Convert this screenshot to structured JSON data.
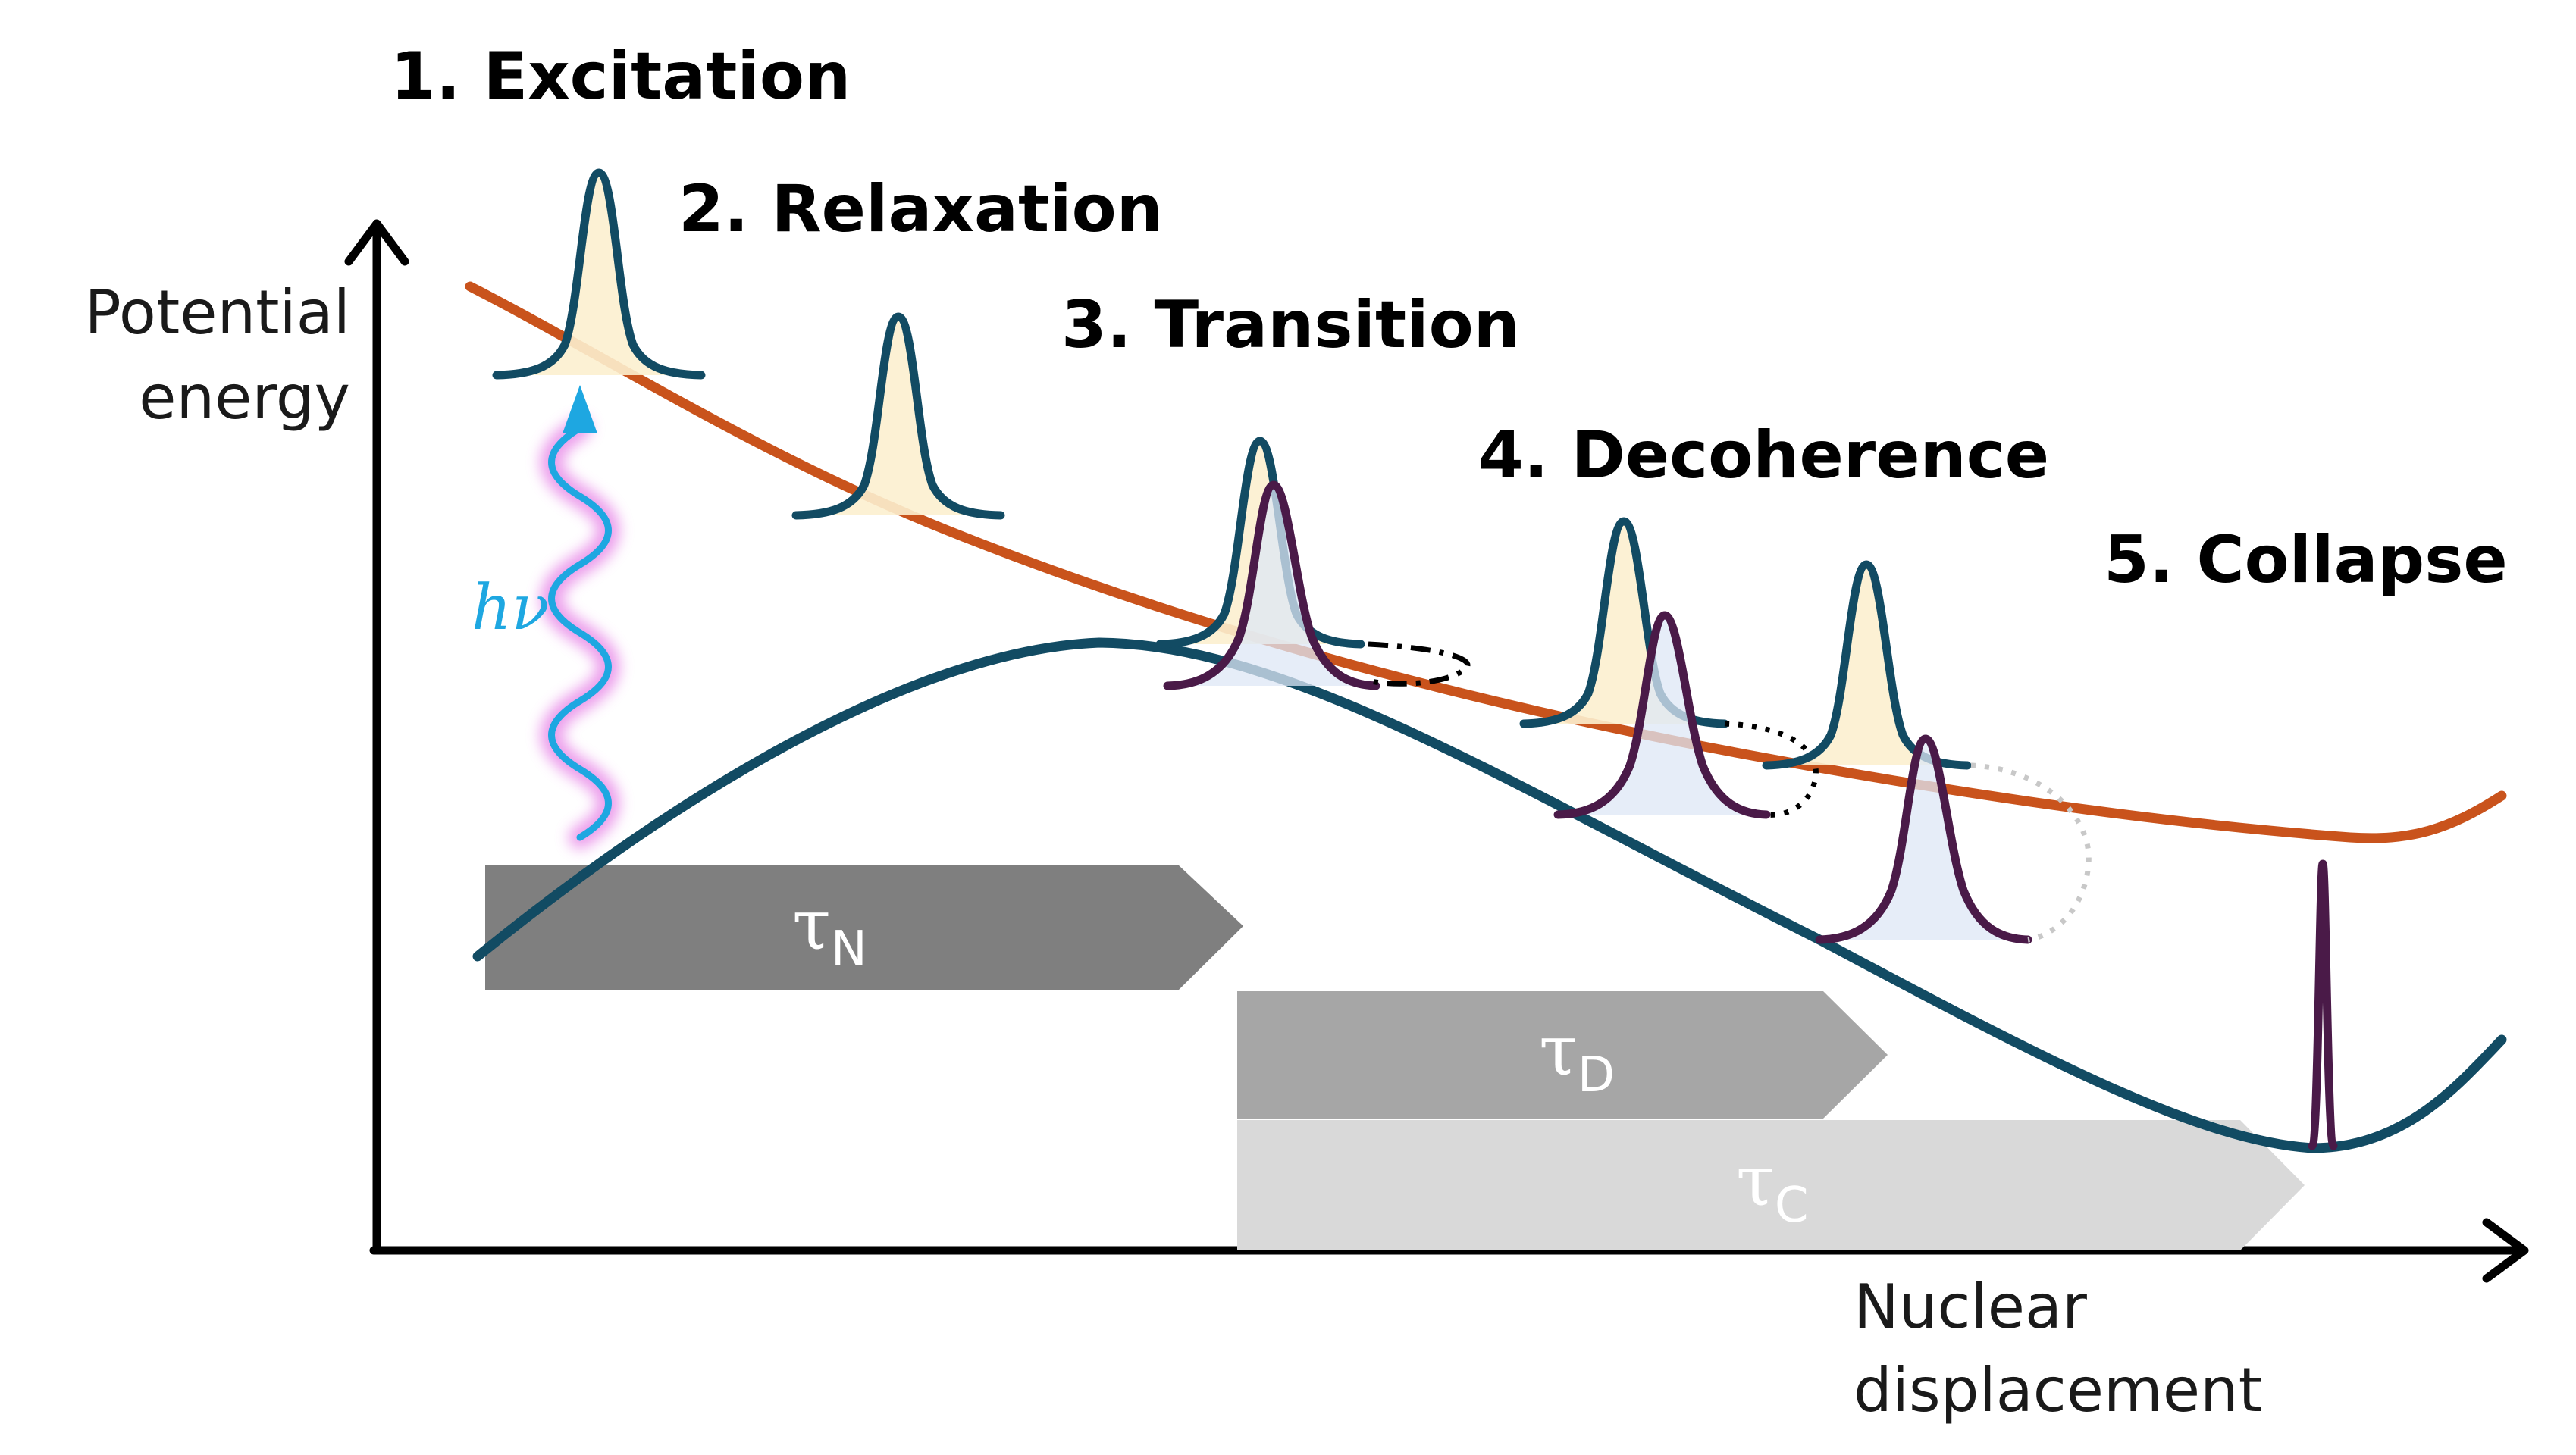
{
  "colors": {
    "upper_surface": "#C9531C",
    "lower_surface": "#124B63",
    "wavepacket_excited": "#124B63",
    "wavepacket_ground": "#4A1A48",
    "packet_fill_excited": "#FCEFCF",
    "packet_fill_ground": "#DDE7F5",
    "photon": "#1EA7E1",
    "photon_glow": "#E88BE8",
    "bar_n": "#7F7F7F",
    "bar_d": "#A6A6A6",
    "bar_c": "#D9D9D9",
    "axis": "#000000"
  },
  "steps": {
    "excitation": "1. Excitation",
    "relaxation": "2. Relaxation",
    "transition": "3. Transition",
    "decoherence": "4. Decoherence",
    "collapse": "5. Collapse"
  },
  "axes": {
    "y_label_line1": "Potential",
    "y_label_line2": "energy",
    "x_label_line1": "Nuclear",
    "x_label_line2": "displacement"
  },
  "photon": {
    "symbol": "hν"
  },
  "timescales": {
    "tau_n": {
      "symbol": "τ",
      "sub": "N"
    },
    "tau_d": {
      "symbol": "τ",
      "sub": "D"
    },
    "tau_c": {
      "symbol": "τ",
      "sub": "C"
    }
  }
}
